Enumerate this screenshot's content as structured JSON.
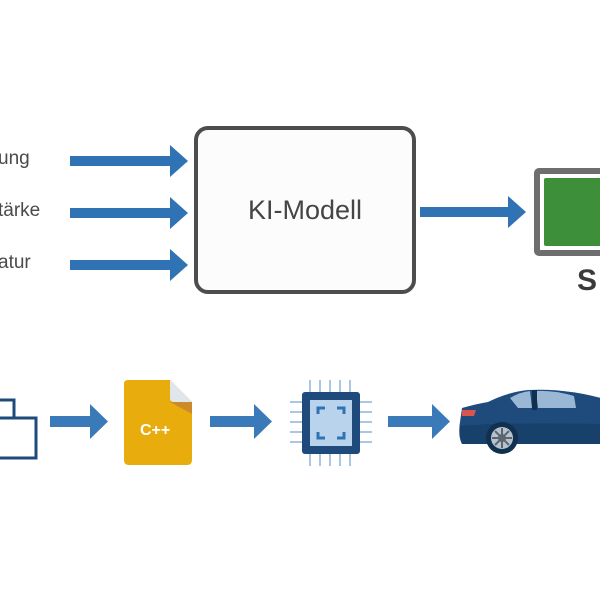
{
  "diagram": {
    "inputs": [
      {
        "label": "ung"
      },
      {
        "label": "tärke"
      },
      {
        "label": "atur"
      }
    ],
    "model": {
      "title": "KI-Modell"
    },
    "output": {
      "caption": "S",
      "status_color": "#3e8f3a"
    },
    "pipeline": [
      {
        "icon": "folder-icon"
      },
      {
        "icon": "cpp-file-icon",
        "label": "C++"
      },
      {
        "icon": "microchip-icon"
      },
      {
        "icon": "car-icon"
      }
    ],
    "colors": {
      "arrow": "#2f73b5",
      "box_border": "#4d4d4d",
      "navy": "#1e4b7c",
      "file_yellow": "#e8ad0c"
    }
  }
}
